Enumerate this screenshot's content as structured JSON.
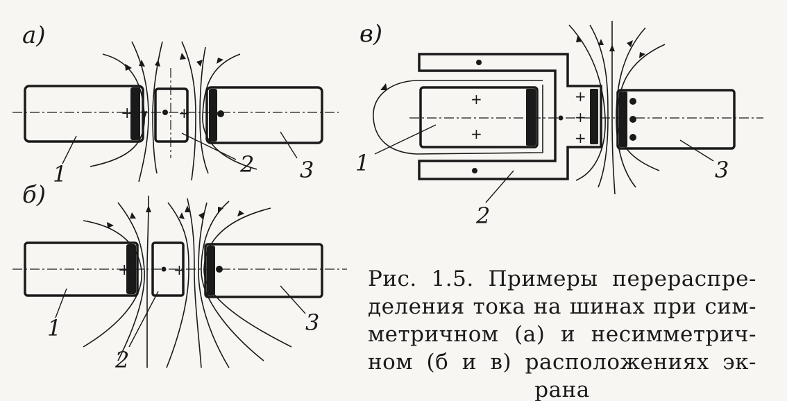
{
  "panels": {
    "a": {
      "label": "а)",
      "num1": "1",
      "num2": "2",
      "num3": "3"
    },
    "b": {
      "label": "б)",
      "num1": "1",
      "num2": "2",
      "num3": "3"
    },
    "v": {
      "label": "в)",
      "num1": "1",
      "num2": "2",
      "num3": "3"
    }
  },
  "caption": {
    "line1": "Рис. 1.5. Примеры перераспре-",
    "line2": "деления тока на шинах при сим-",
    "line3": "метричном (а) и несимметрич-",
    "line4": "ном (б и в) расположениях эк-",
    "line5": "рана"
  },
  "colors": {
    "ink": "#1a1a1a",
    "paper": "#f7f6f2"
  }
}
